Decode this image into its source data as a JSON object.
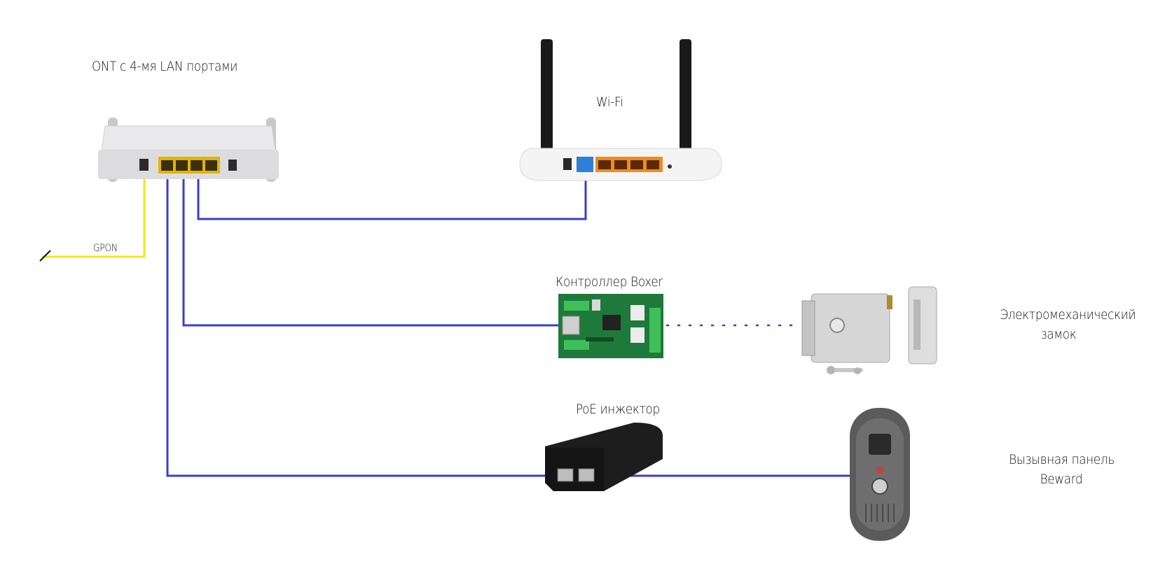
{
  "devices": {
    "ont": {
      "label": "ONT с 4-мя LAN портами"
    },
    "wifi": {
      "label": "Wi-Fi"
    },
    "controller": {
      "label": "Контроллер Boxer"
    },
    "lock": {
      "label_line1": "Электромеханический",
      "label_line2": "замок"
    },
    "poe": {
      "label": "PoE инжектор"
    },
    "panel": {
      "label_line1": "Вызывная панель",
      "label_line2": "Beward"
    }
  },
  "links": {
    "gpon": {
      "label": "GPON",
      "color": "#f5e614"
    }
  },
  "colors": {
    "ethernet": "#3b3bd6",
    "gpon": "#f5e614",
    "lan_port": "#f0b400",
    "wan_port_ont": "#2a2a2a",
    "wifi_wan_port": "#2f7fd8",
    "wifi_lan_port": "#f08a1c",
    "pcb": "#1e7a3a",
    "terminal": "#3fbf5a"
  }
}
